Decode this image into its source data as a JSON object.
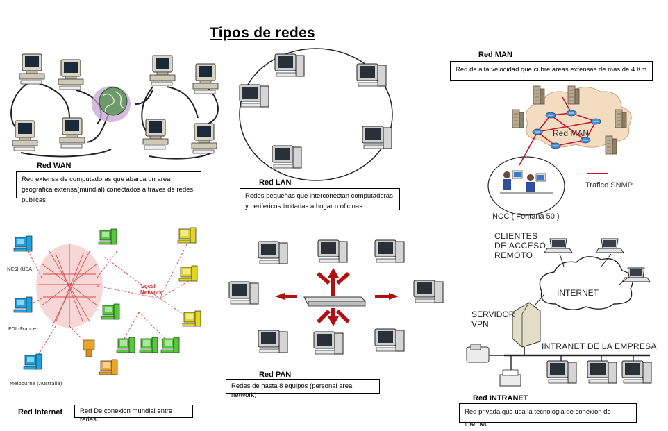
{
  "title": "Tipos de redes",
  "wan": {
    "label": "Red WAN",
    "description": "Red extensa de computadoras que abarca un area geografica extensa(mundial) conectados a traves de redes publicas"
  },
  "lan": {
    "label": "Red LAN",
    "description": "Redes pequeñas que interconectan computadoras y perifericos limitadas a hogar u oficinas."
  },
  "man": {
    "label": "Red MAN",
    "description": "Red de alta velocidad que cubre areas extensas de mas de 4 Km",
    "cloud_label": "Red MAN",
    "noc_label": "NOC ( Fontana 50 )",
    "legend_label": "Trafico SNMP"
  },
  "internet": {
    "label": "Red Internet",
    "description": "Red De conexion mundial entre redes",
    "center_label": "Local\nNetwork",
    "node_labels": [
      "NCSI (USA)",
      "EDI (France)",
      "Melbourne (Australia)",
      "Printer",
      "Printer"
    ]
  },
  "pan": {
    "label": "Red PAN",
    "description": "Redes de hasta 8 equipos (personal area network)"
  },
  "intranet": {
    "label": "Red INTRANET",
    "description": "Red privada que usa la tecnologia de conexion de internet",
    "clients_label": "CLIENTES\nDE ACCESO\nREMOTO",
    "internet_label": "INTERNET",
    "server_label": "SERVIDOR\nVPN",
    "company_label": "INTRANET DE LA EMPRESA"
  },
  "colors": {
    "man_link": "#c8102e",
    "man_cloud": "#f3dcc0",
    "internet_mesh": "#d94b4b",
    "internet_blue": "#1aa3e0",
    "internet_green": "#55c83c",
    "internet_yellow": "#e2d622",
    "pan_arrow": "#b01010"
  }
}
